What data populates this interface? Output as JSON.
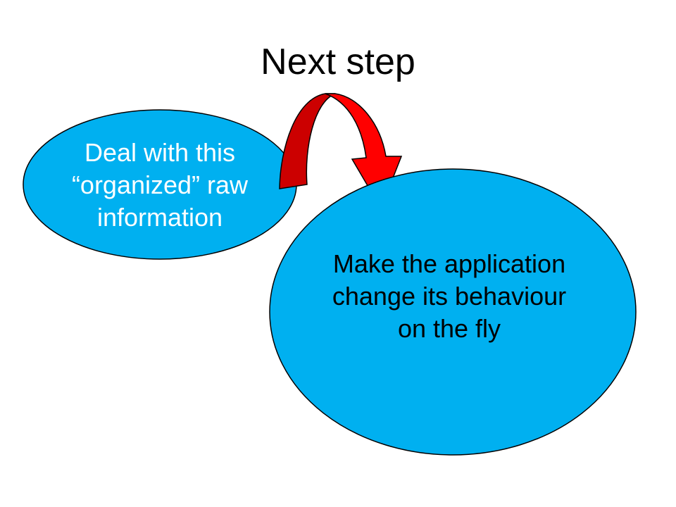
{
  "title": "Next step",
  "nodes": [
    {
      "id": "deal",
      "lines": [
        "Deal with this",
        "“organized” raw",
        "information"
      ],
      "fill": "#00b0f0",
      "text_color": "#ffffff"
    },
    {
      "id": "make",
      "lines": [
        "Make the application",
        "change its behaviour",
        "on the fly"
      ],
      "fill": "#00b0f0",
      "text_color": "#000000"
    }
  ],
  "arrow": {
    "from": "deal",
    "to": "make",
    "fill_light": "#ff0000",
    "fill_dark": "#cc0000"
  }
}
